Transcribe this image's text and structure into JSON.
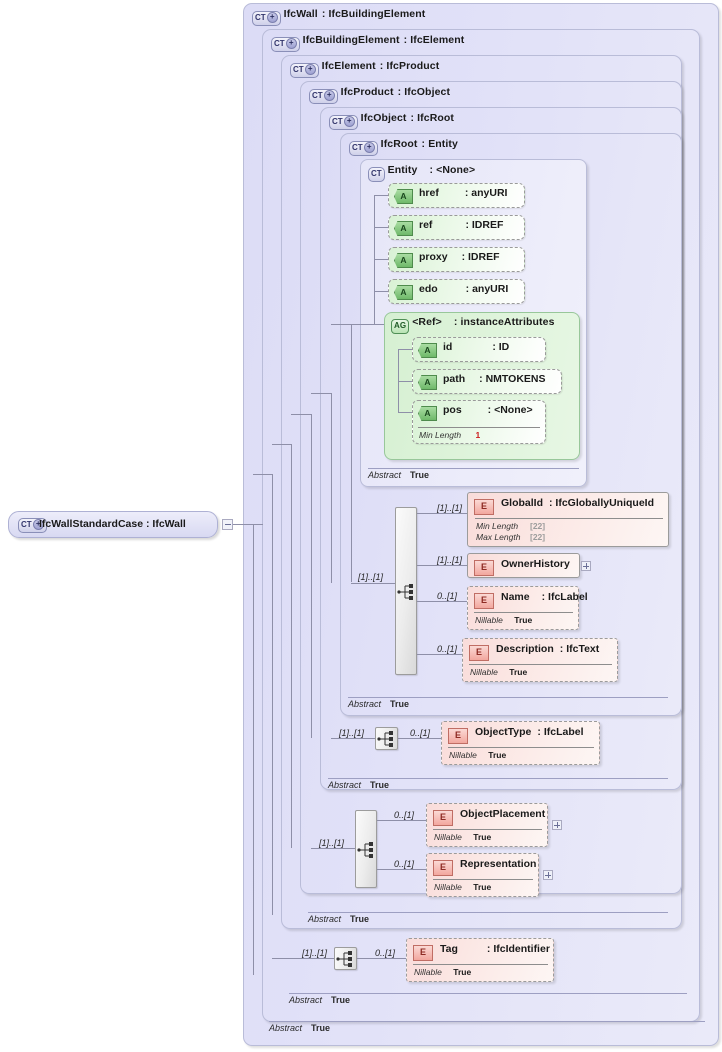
{
  "diagram": {
    "kind": "xsd-schema-tree",
    "root": {
      "icon": "complextype-icon",
      "name": "IfcWallStandardCase",
      "separator": ":",
      "type": "IfcWall",
      "toggle": "minus"
    },
    "abstract_key": "Abstract",
    "abstract_value": "True",
    "panels": [
      {
        "icon": "complextype-plus-icon",
        "name": "IfcWall",
        "separator": ":",
        "type": "IfcBuildingElement"
      },
      {
        "icon": "complextype-plus-icon",
        "name": "IfcBuildingElement",
        "separator": ":",
        "type": "IfcElement"
      },
      {
        "icon": "complextype-plus-icon",
        "name": "IfcElement",
        "separator": ":",
        "type": "IfcProduct"
      },
      {
        "icon": "complextype-plus-icon",
        "name": "IfcProduct",
        "separator": ":",
        "type": "IfcObject"
      },
      {
        "icon": "complextype-plus-icon",
        "name": "IfcObject",
        "separator": ":",
        "type": "IfcRoot"
      },
      {
        "icon": "complextype-plus-icon",
        "name": "IfcRoot",
        "separator": ":",
        "type": "Entity"
      }
    ],
    "entity": {
      "icon": "complextype-icon",
      "name": "Entity",
      "separator": ":",
      "type": "<None>",
      "abstract_key": "Abstract",
      "abstract_value": "True",
      "attributes": [
        {
          "icon": "attribute-icon",
          "name": "href",
          "separator": ":",
          "type": "anyURI"
        },
        {
          "icon": "attribute-icon",
          "name": "ref",
          "separator": ":",
          "type": "IDREF"
        },
        {
          "icon": "attribute-icon",
          "name": "proxy",
          "separator": ":",
          "type": "IDREF"
        },
        {
          "icon": "attribute-icon",
          "name": "edo",
          "separator": ":",
          "type": "anyURI"
        }
      ],
      "attribute_group": {
        "icon": "attributegroup-icon",
        "name": "<Ref>",
        "separator": ":",
        "type": "instanceAttributes",
        "attributes": [
          {
            "icon": "attribute-icon",
            "name": "id",
            "separator": ":",
            "type": "ID",
            "facets": []
          },
          {
            "icon": "attribute-icon",
            "name": "path",
            "separator": ":",
            "type": "NMTOKENS",
            "facets": []
          },
          {
            "icon": "attribute-icon",
            "name": "pos",
            "separator": ":",
            "type": "<None>",
            "facets": [
              {
                "key": "Min Length",
                "value": "1",
                "color": "red"
              }
            ]
          }
        ]
      }
    },
    "groups": [
      {
        "id": "ifcroot-content",
        "compositor": "sequence-icon",
        "in_cardinality": "[1]..[1]",
        "elements": [
          {
            "icon": "element-icon",
            "name": "GlobalId",
            "separator": ":",
            "type": "IfcGloballyUniqueId",
            "cardinality": "[1]..[1]",
            "required": true,
            "expandable": false,
            "facets": [
              {
                "key": "Min Length",
                "value": "[22]",
                "color": "gray"
              },
              {
                "key": "Max Length",
                "value": "[22]",
                "color": "gray"
              }
            ]
          },
          {
            "icon": "element-icon",
            "name": "OwnerHistory",
            "separator": "",
            "type": "",
            "cardinality": "[1]..[1]",
            "required": true,
            "expandable": true,
            "facets": []
          },
          {
            "icon": "element-icon",
            "name": "Name",
            "separator": ":",
            "type": "IfcLabel",
            "cardinality": "0..[1]",
            "required": false,
            "expandable": false,
            "facets": [
              {
                "key": "Nillable",
                "value": "True",
                "color": ""
              }
            ]
          },
          {
            "icon": "element-icon",
            "name": "Description",
            "separator": ":",
            "type": "IfcText",
            "cardinality": "0..[1]",
            "required": false,
            "expandable": false,
            "facets": [
              {
                "key": "Nillable",
                "value": "True",
                "color": ""
              }
            ]
          }
        ]
      },
      {
        "id": "ifcobject-content",
        "compositor": "sequence-icon",
        "in_cardinality": "[1]..[1]",
        "elements": [
          {
            "icon": "element-icon",
            "name": "ObjectType",
            "separator": ":",
            "type": "IfcLabel",
            "cardinality": "0..[1]",
            "required": false,
            "expandable": false,
            "facets": [
              {
                "key": "Nillable",
                "value": "True",
                "color": ""
              }
            ]
          }
        ]
      },
      {
        "id": "ifcproduct-content",
        "compositor": "sequence-icon",
        "in_cardinality": "[1]..[1]",
        "elements": [
          {
            "icon": "element-icon",
            "name": "ObjectPlacement",
            "separator": "",
            "type": "",
            "cardinality": "0..[1]",
            "required": false,
            "expandable": true,
            "facets": [
              {
                "key": "Nillable",
                "value": "True",
                "color": ""
              }
            ]
          },
          {
            "icon": "element-icon",
            "name": "Representation",
            "separator": "",
            "type": "",
            "cardinality": "0..[1]",
            "required": false,
            "expandable": true,
            "facets": [
              {
                "key": "Nillable",
                "value": "True",
                "color": ""
              }
            ]
          }
        ]
      },
      {
        "id": "ifcwall-content",
        "compositor": "sequence-icon",
        "in_cardinality": "[1]..[1]",
        "elements": [
          {
            "icon": "element-icon",
            "name": "Tag",
            "separator": ":",
            "type": "IfcIdentifier",
            "cardinality": "0..[1]",
            "required": false,
            "expandable": false,
            "facets": [
              {
                "key": "Nillable",
                "value": "True",
                "color": ""
              }
            ]
          }
        ]
      }
    ],
    "colors": {
      "panel_fill": "#dcdcf6",
      "panel_border": "#b9bcd8",
      "element_fill": "#f9dcda",
      "attribute_fill": "#d9f2d5",
      "attributegroup_fill": "#d6f0d2",
      "line": "#8e8fa8",
      "facet_red": "#cc1f1f",
      "facet_gray": "#9c9c9c"
    }
  }
}
